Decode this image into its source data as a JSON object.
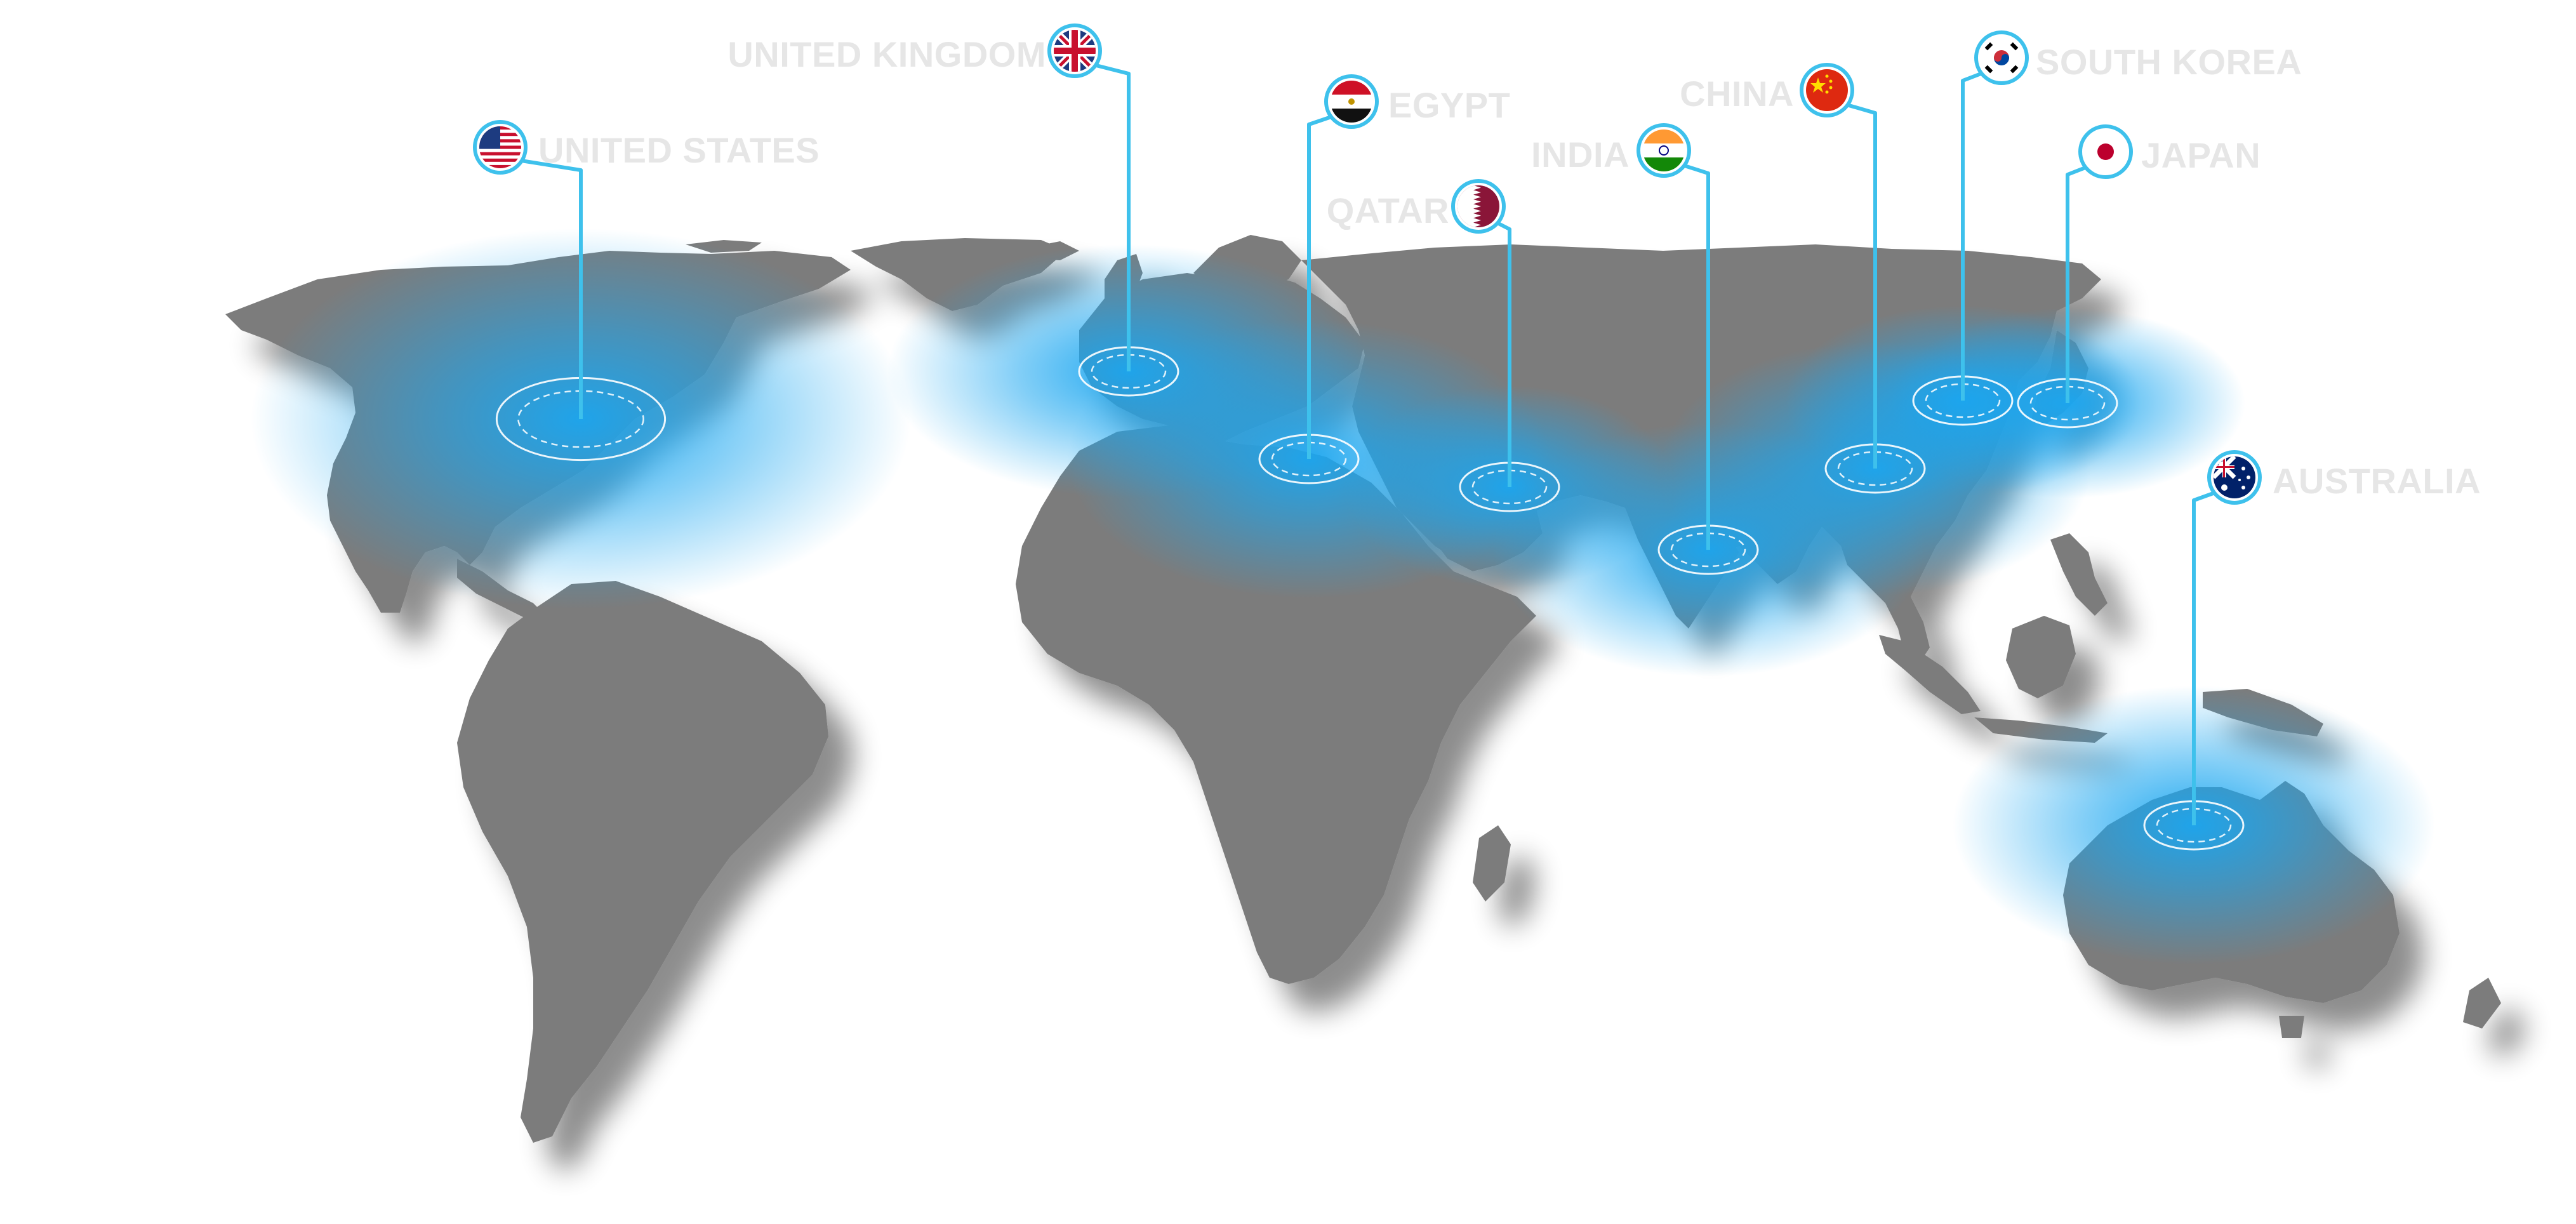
{
  "map": {
    "land_color": "#7c7c7c",
    "shadow_color": "#bfbfbf",
    "pin_color": "#3ec1ec",
    "glow_color": "#1aa6f0",
    "label_color": "#e6e6e6"
  },
  "locations": [
    {
      "id": "united-states",
      "label": "UNITED STATES",
      "flag": "flag-us-icon"
    },
    {
      "id": "united-kingdom",
      "label": "UNITED KINGDOM",
      "flag": "flag-uk-icon"
    },
    {
      "id": "egypt",
      "label": "EGYPT",
      "flag": "flag-egypt-icon"
    },
    {
      "id": "qatar",
      "label": "QATAR",
      "flag": "flag-qatar-icon"
    },
    {
      "id": "india",
      "label": "INDIA",
      "flag": "flag-india-icon"
    },
    {
      "id": "china",
      "label": "CHINA",
      "flag": "flag-china-icon"
    },
    {
      "id": "south-korea",
      "label": "SOUTH KOREA",
      "flag": "flag-south-korea-icon"
    },
    {
      "id": "japan",
      "label": "JAPAN",
      "flag": "flag-japan-icon"
    },
    {
      "id": "australia",
      "label": "AUSTRALIA",
      "flag": "flag-australia-icon"
    }
  ]
}
